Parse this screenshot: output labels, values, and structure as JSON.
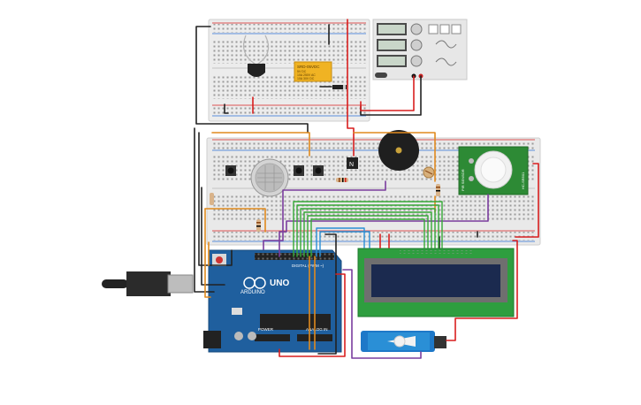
{
  "relay": {
    "part": "SRD-05VDC",
    "lines": [
      "5V DC",
      "10A 250V AC",
      "10A 30V DC"
    ]
  },
  "arduino": {
    "brand": "ARDUINO",
    "model": "UNO",
    "digital_label": "DIGITAL (PWM ~)",
    "power_label": "POWER",
    "analog_label": "ANALOG IN"
  },
  "pir": {
    "left_label": "PIR SENSOR",
    "right_label": "HC-SR501"
  },
  "transistor": {
    "label": "N"
  },
  "lcd": {
    "rows": 2,
    "cols": 16
  },
  "colors": {
    "board_blue": "#1f5f9e",
    "breadboard": "#e9e9e9",
    "lcd_green": "#2e9e3f",
    "lcd_screen": "#1b2a4f",
    "wire_red": "#d81f1f",
    "wire_black": "#222222",
    "wire_orange": "#e08a1e",
    "wire_purple": "#7a3d9e",
    "wire_green": "#35a836",
    "wire_blue": "#2a8fd6"
  }
}
